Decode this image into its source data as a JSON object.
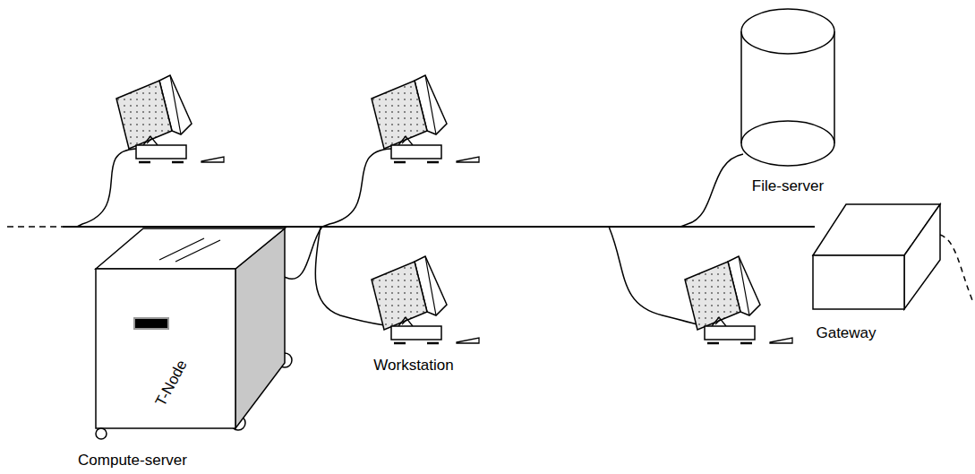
{
  "diagram": {
    "nodes": [
      {
        "text": [
          "File-server"
        ]
      },
      {
        "text": [
          "T-Node",
          "Compute-server"
        ]
      },
      {
        "text": [
          "Workstation"
        ]
      },
      {
        "text": [
          "Gateway"
        ]
      }
    ]
  }
}
